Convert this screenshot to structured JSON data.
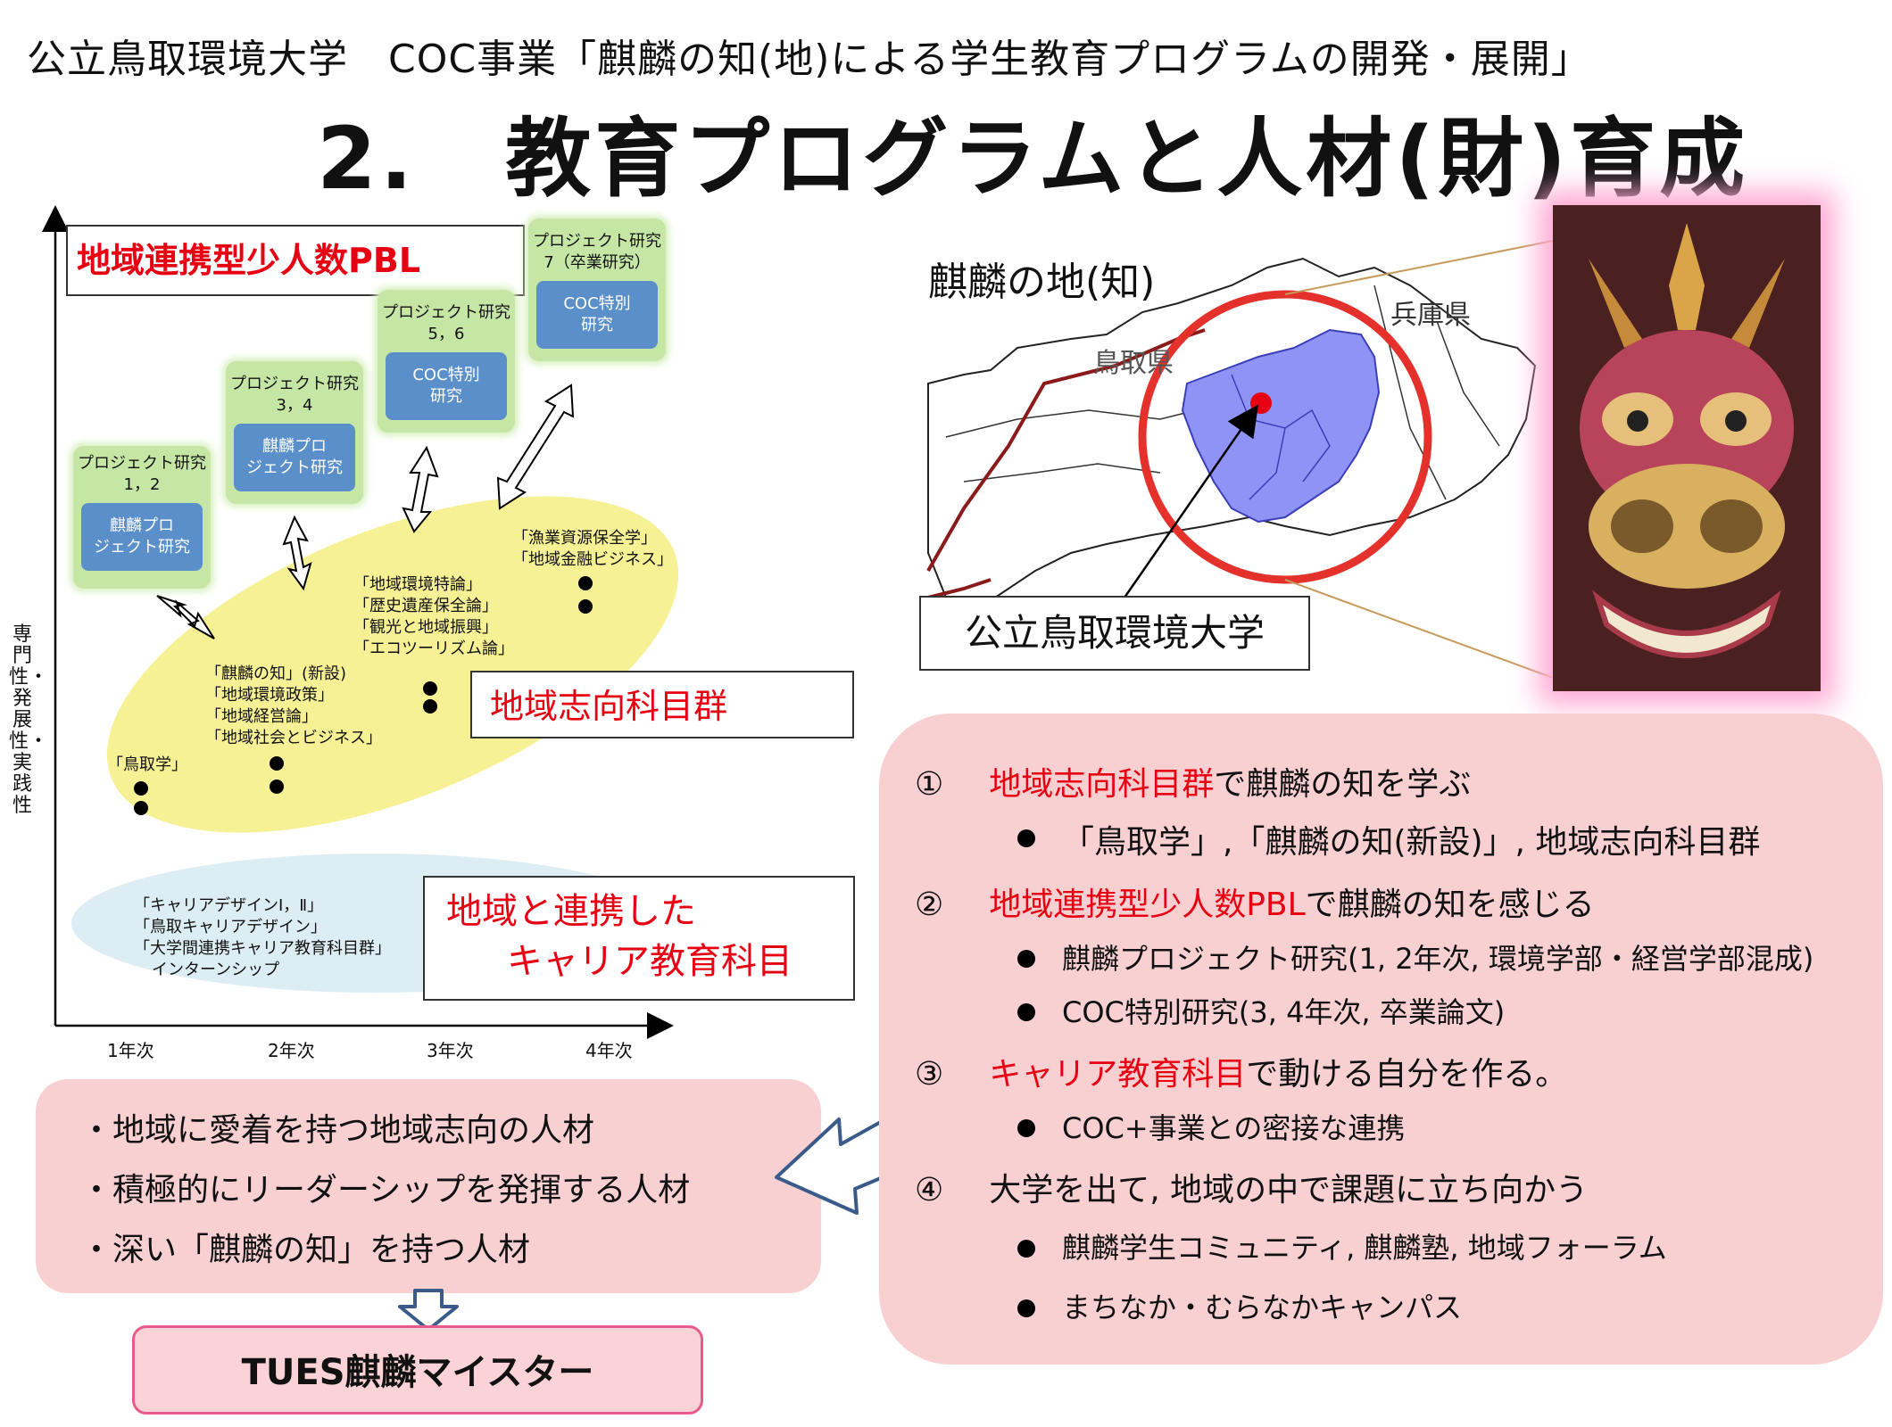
{
  "header": {
    "line": "公立鳥取環境大学　COC事業「麒麟の知(地)による学生教育プログラムの開発・展開」",
    "title": "2.　教育プログラムと人材(財)育成"
  },
  "left_chart": {
    "y_axis_label": "専門性・発展性・実践性",
    "x_ticks": [
      "1年次",
      "2年次",
      "3年次",
      "4年次"
    ],
    "pbl_label": "地域連携型少人数PBL",
    "projects": [
      {
        "label": "プロジェクト研究\n1，2",
        "inner": "麒麟プロ\nジェクト研究"
      },
      {
        "label": "プロジェクト研究\n3，4",
        "inner": "麒麟プロ\nジェクト研究"
      },
      {
        "label": "プロジェクト研究\n5，6",
        "inner": "COC特別\n研究"
      },
      {
        "label": "プロジェクト研究\n7（卒業研究）",
        "inner": "COC特別\n研究"
      }
    ],
    "regional_courses_label": "地域志向科目群",
    "courses_year1": [
      "「鳥取学」"
    ],
    "courses_year2": [
      "「麒麟の知」(新設)",
      "「地域環境政策」",
      "「地域経営論」",
      "「地域社会とビジネス」"
    ],
    "courses_year3": [
      "「地域環境特論」",
      "「歴史遺産保全論」",
      "「観光と地域振興」",
      "「エコツーリズム論」"
    ],
    "courses_year4": [
      "「漁業資源保全学」",
      "「地域金融ビジネス」"
    ],
    "career_label_1": "地域と連携した",
    "career_label_2": "キャリア教育科目",
    "career_courses": [
      "「キャリアデザインⅠ，Ⅱ」",
      "「鳥取キャリアデザイン」",
      "「大学間連携キャリア教育科目群」",
      "インターンシップ"
    ]
  },
  "map_section": {
    "title": "麒麟の地(知)",
    "pref_label_tottori": "鳥取県",
    "pref_label_hyogo": "兵庫県",
    "university_label": "公立鳥取環境大学",
    "colors": {
      "highlight": "#8f93f5",
      "ring": "#e4312b",
      "dot": "#e60012"
    }
  },
  "outcomes": {
    "items": [
      "・地域に愛着を持つ地域志向の人材",
      "・積極的にリーダーシップを発揮する人材",
      "・深い「麒麟の知」を持つ人材"
    ],
    "meister": "TUES麒麟マイスター"
  },
  "plan": {
    "items": [
      {
        "num": "①",
        "red": "地域志向科目群",
        "rest": "で麒麟の知を学ぶ",
        "subs": [
          "「鳥取学」,「麒麟の知(新設)」, 地域志向科目群"
        ]
      },
      {
        "num": "②",
        "red": "地域連携型少人数PBL",
        "rest": "で麒麟の知を感じる",
        "subs": [
          "麒麟プロジェクト研究(1, 2年次, 環境学部・経営学部混成)",
          "COC特別研究(3, 4年次, 卒業論文)"
        ]
      },
      {
        "num": "③",
        "red": "キャリア教育科目",
        "rest": "で動ける自分を作る。",
        "subs": [
          "COC+事業との密接な連携"
        ]
      },
      {
        "num": "④",
        "red": "",
        "rest": "大学を出て, 地域の中で課題に立ち向かう",
        "subs": [
          "麒麟学生コミュニティ, 麒麟塾, 地域フォーラム",
          "まちなか・むらなかキャンパス"
        ]
      }
    ]
  }
}
